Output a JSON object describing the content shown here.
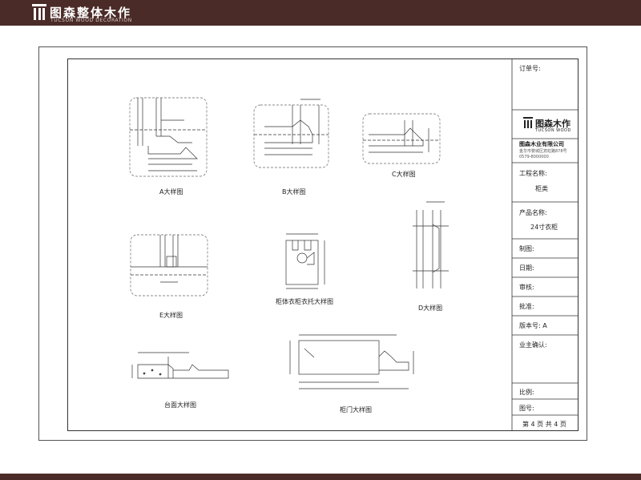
{
  "brand": {
    "name_cn": "图森整体木作",
    "name_en": "TUCSON WOOD DECORATION"
  },
  "drawing_captions": {
    "a": "A大样图",
    "b": "B大样图",
    "c": "C大样图",
    "d": "D大样图",
    "e": "E大样图",
    "f": "柜体衣柜衣托大样图",
    "g": "台面大样图",
    "h": "柜门大样图"
  },
  "title_block": {
    "order_no": "订单号:",
    "company_logo": "图森木作",
    "company_logo_en": "TUCSON WOOD",
    "company_name": "图森木业有限公司",
    "company_address": "金华市婺城区宾虹路878号",
    "company_phone": "0579-8000000",
    "project_label": "工程名称:",
    "project_value": "柜类",
    "product_label": "产品名称:",
    "product_value": "24寸衣柜",
    "drawn": "制图:",
    "date": "日期:",
    "checked": "审核:",
    "approved": "批准:",
    "version": "版本号: A",
    "owner_confirm": "业主确认:",
    "scale": "比例:",
    "drawing_no": "图号:",
    "page": "第 4 页  共 4 页"
  },
  "colors": {
    "brand_bar": "#4b2b28",
    "line": "#333333",
    "dash": "#666666"
  }
}
